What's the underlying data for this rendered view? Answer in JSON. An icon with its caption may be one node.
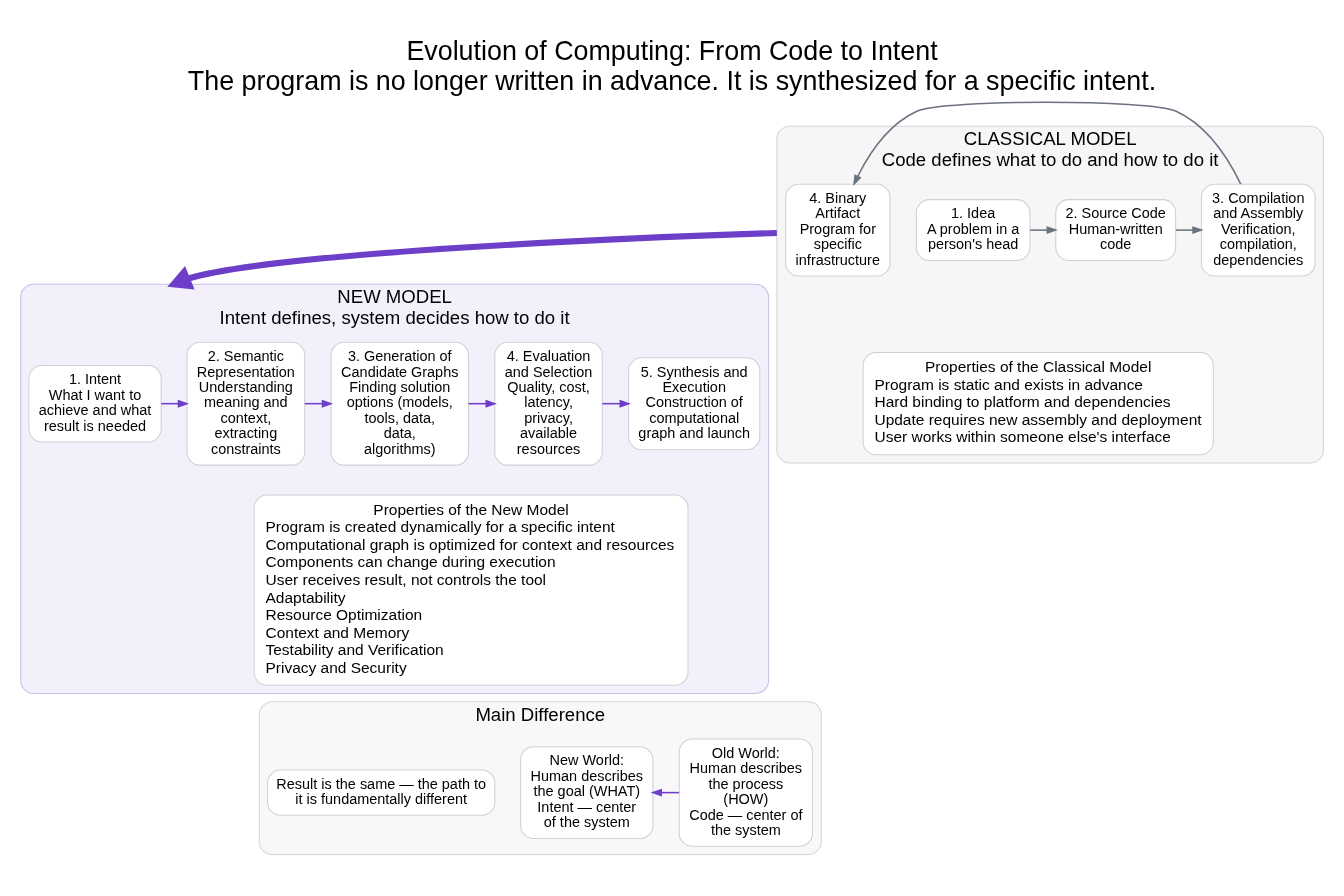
{
  "diagram": {
    "title": "Evolution of Computing: From Code to Intent",
    "caption": "The program is no longer written in advance. It is synthesized for a specific intent.",
    "nodes": [
      {
        "text": [
          "CLASSICAL MODEL",
          "Code defines what to do and how to do it"
        ]
      },
      {
        "text": [
          "1. Idea",
          "A problem in a person's head"
        ],
        "in": 0
      },
      {
        "text": [
          "2. Source Code",
          "Human-written code"
        ],
        "in": 0
      },
      {
        "text": [
          "3. Compilation and Assembly",
          "Verification, compilation, dependencies"
        ],
        "in": 0
      },
      {
        "text": [
          "4. Binary Artifact",
          "Program for specific infrastructure"
        ],
        "in": 0
      },
      {
        "text": [
          "Properties of the Classical Model",
          "Program is static and exists in advance",
          "Hard binding to platform and dependencies",
          "Update requires new assembly and deployment",
          "User works within someone else's interface"
        ],
        "in": 0
      },
      {
        "text": [
          "NEW MODEL",
          "Intent defines, system decides how to do it"
        ]
      },
      {
        "text": [
          "1. Intent",
          "What I want to achieve and what result is needed"
        ],
        "in": 6
      },
      {
        "text": [
          "2. Semantic Representation",
          "Understanding meaning and context, extracting constraints"
        ],
        "in": 6
      },
      {
        "text": [
          "3. Generation of Candidate Graphs",
          "Finding solution options (models, tools, data, data, algorithms)"
        ],
        "in": 6
      },
      {
        "text": [
          "4. Evaluation and Selection",
          "Quality, cost, latency, privacy, available resources"
        ],
        "in": 6
      },
      {
        "text": [
          "5. Synthesis and Execution",
          "Construction of computational graph and launch"
        ],
        "in": 6
      },
      {
        "text": [
          "Properties of the New Model",
          "Program is created dynamically for a specific intent",
          "Computational graph is optimized for context and resources",
          "Components can change during execution",
          "User receives result, not controls the tool",
          "Adaptability",
          "Resource Optimization",
          "Context and Memory",
          "Testability and Verification",
          "Privacy and Security"
        ],
        "in": 6
      },
      {
        "text": [
          "Main Difference"
        ]
      },
      {
        "text": [
          "Old World:",
          "Human describes the process (HOW)",
          "Code — center of the system"
        ],
        "in": 13
      },
      {
        "text": [
          "New World:",
          "Human describes the goal (WHAT)",
          "Intent — center of the system"
        ],
        "in": 13
      },
      {
        "text": [
          "Result is the same — the path to it is fundamentally different"
        ],
        "in": 13
      }
    ],
    "edges": [
      {
        "from": 1,
        "to": 2,
        "arrow": "to",
        "color": "#6b7280"
      },
      {
        "from": 2,
        "to": 3,
        "arrow": "to",
        "color": "#6b7280"
      },
      {
        "from": 3,
        "to": 4,
        "arrow": "to",
        "color": "#6b7280"
      },
      {
        "from": 0,
        "to": 6,
        "arrow": "to",
        "style": "thick"
      },
      {
        "from": 7,
        "to": 8,
        "arrow": "to"
      },
      {
        "from": 8,
        "to": 9,
        "arrow": "to"
      },
      {
        "from": 9,
        "to": 10,
        "arrow": "to"
      },
      {
        "from": 10,
        "to": 11,
        "arrow": "to"
      },
      {
        "from": 14,
        "to": 15,
        "arrow": "to"
      }
    ]
  }
}
